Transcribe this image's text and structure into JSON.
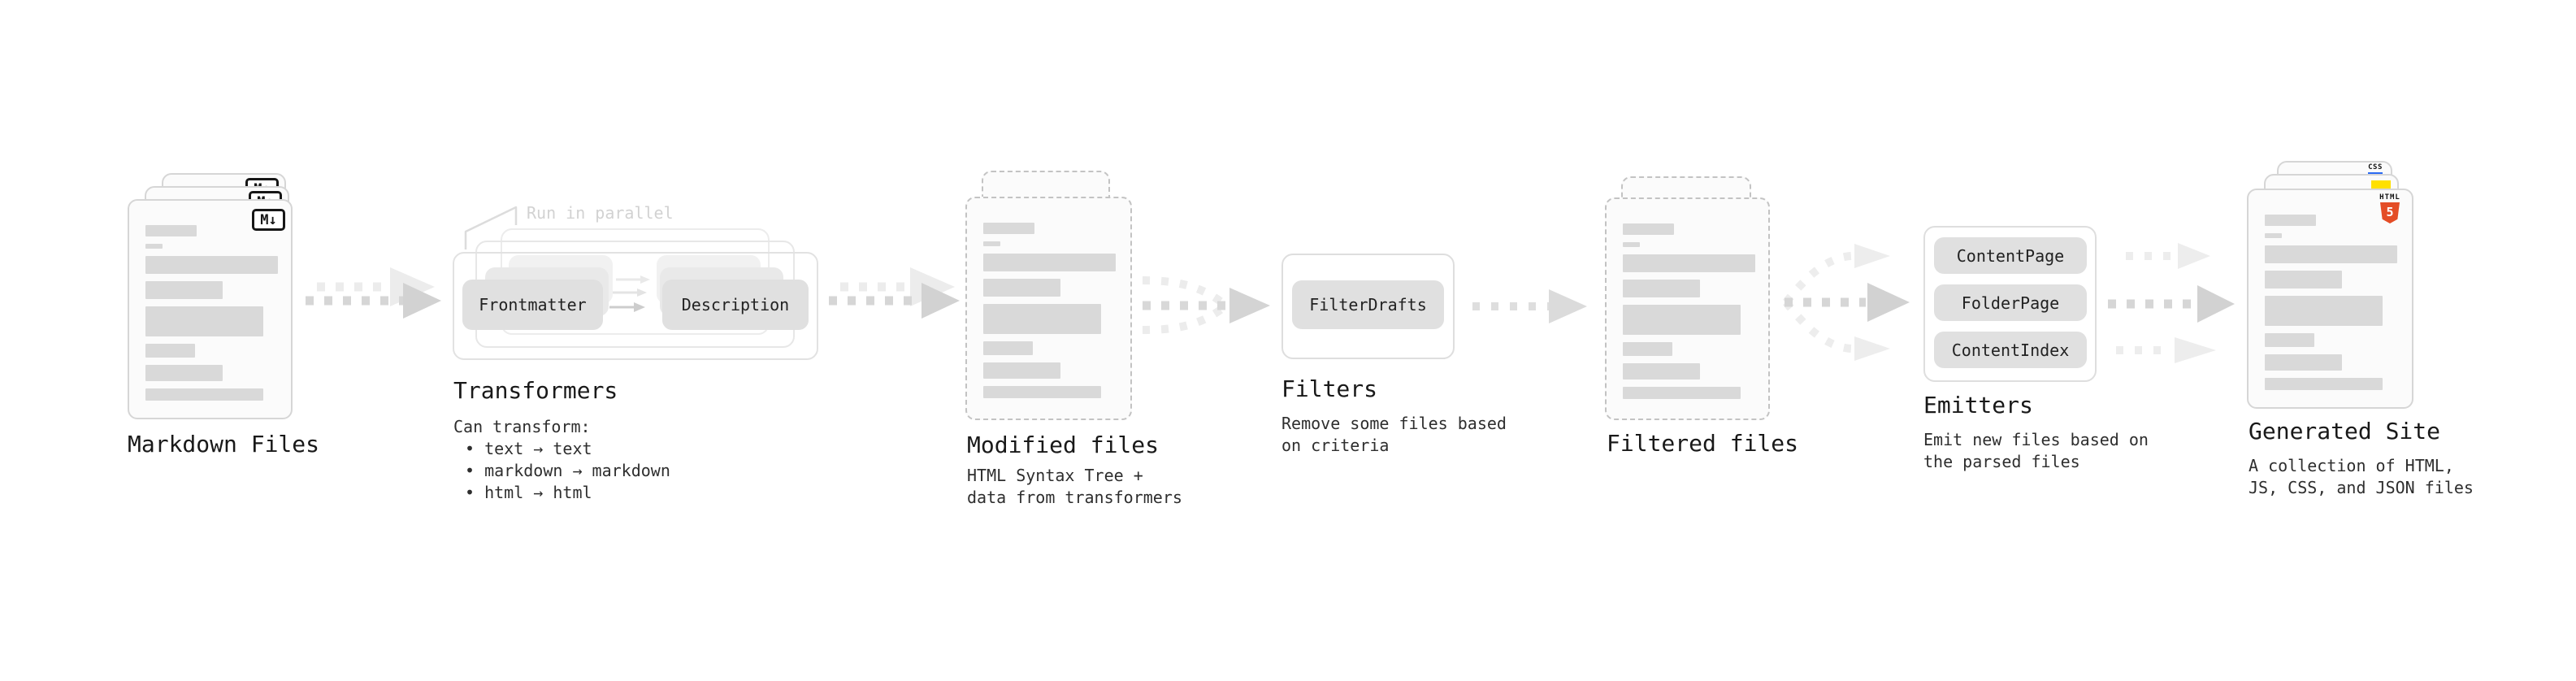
{
  "pipeline": {
    "markdown_files": {
      "label": "Markdown Files",
      "badge": "M↓"
    },
    "transformers": {
      "callout": "Run in parallel",
      "node_from": "Frontmatter",
      "node_to": "Description",
      "label": "Transformers",
      "desc_title": "Can transform:",
      "bullets": [
        "• text → text",
        "• markdown → markdown",
        "• html → html"
      ]
    },
    "modified_files": {
      "label": "Modified files",
      "desc_line1": "HTML Syntax Tree +",
      "desc_line2": "data from transformers"
    },
    "filters": {
      "label": "Filters",
      "node": "FilterDrafts",
      "desc_line1": "Remove some files based",
      "desc_line2": "on criteria"
    },
    "filtered_files": {
      "label": "Filtered files"
    },
    "emitters": {
      "label": "Emitters",
      "nodes": [
        "ContentPage",
        "FolderPage",
        "ContentIndex"
      ],
      "desc_line1": "Emit new files based on",
      "desc_line2": "the parsed files"
    },
    "generated_site": {
      "label": "Generated Site",
      "desc_line1": "A collection of HTML,",
      "desc_line2": "JS, CSS, and JSON files",
      "css_badge": "CSS",
      "html_badge_label": "HTML",
      "html_badge_number": "5"
    }
  },
  "colors": {
    "html5_orange": "#e44d26",
    "js_yellow": "#ffe000",
    "css_blue": "#2b6bf3",
    "bar_gray": "#d9d9d9",
    "pill_gray": "#e0e0e0",
    "arrow_dark": "#d2d2d2",
    "arrow_light": "#ececec",
    "text_dark": "#191919",
    "muted_gray": "#d2d2d2"
  }
}
